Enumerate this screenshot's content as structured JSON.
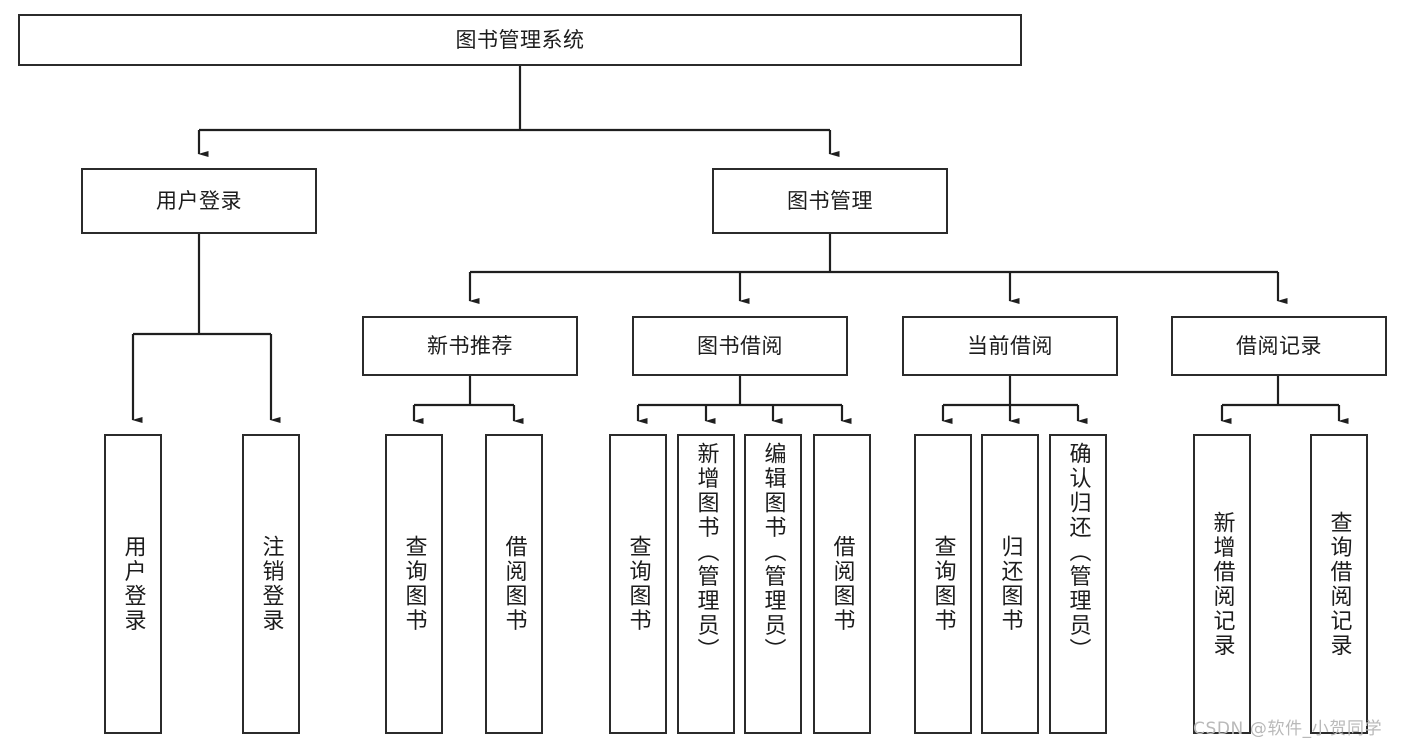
{
  "diagram": {
    "title": "图书管理系统",
    "type": "tree",
    "watermark": "CSDN @软件_小贺同学",
    "colors": {
      "box_border": "#2b2b2b",
      "box_fill": "#ffffff",
      "line": "#1f1f1f",
      "text": "#1c1c1c",
      "watermark": "#b9b9b9",
      "background": "#ffffff"
    },
    "root": {
      "id": "root",
      "label": "图书管理系统"
    },
    "level2": [
      {
        "id": "user-login",
        "label": "用户登录"
      },
      {
        "id": "book-manage",
        "label": "图书管理"
      }
    ],
    "level3": [
      {
        "id": "new-book-recommend",
        "label": "新书推荐",
        "parent": "book-manage"
      },
      {
        "id": "book-borrow",
        "label": "图书借阅",
        "parent": "book-manage"
      },
      {
        "id": "current-borrow",
        "label": "当前借阅",
        "parent": "book-manage"
      },
      {
        "id": "borrow-record",
        "label": "借阅记录",
        "parent": "book-manage"
      }
    ],
    "leaves": {
      "user_login": [
        {
          "id": "leaf-user-login",
          "label": "用户登录"
        },
        {
          "id": "leaf-user-logout",
          "label": "注销登录"
        }
      ],
      "new_book_recommend": [
        {
          "id": "leaf-query-book-1",
          "label": "查询图书"
        },
        {
          "id": "leaf-borrow-book-1",
          "label": "借阅图书"
        }
      ],
      "book_borrow": [
        {
          "id": "leaf-query-book-2",
          "label": "查询图书"
        },
        {
          "id": "leaf-add-book",
          "label": "新增图书（管理员）"
        },
        {
          "id": "leaf-edit-book",
          "label": "编辑图书（管理员）"
        },
        {
          "id": "leaf-borrow-book-2",
          "label": "借阅图书"
        }
      ],
      "current_borrow": [
        {
          "id": "leaf-query-book-3",
          "label": "查询图书"
        },
        {
          "id": "leaf-return-book",
          "label": "归还图书"
        },
        {
          "id": "leaf-confirm-return",
          "label": "确认归还（管理员）"
        }
      ],
      "borrow_record": [
        {
          "id": "leaf-add-record",
          "label": "新增借阅记录"
        },
        {
          "id": "leaf-query-record",
          "label": "查询借阅记录"
        }
      ]
    }
  }
}
